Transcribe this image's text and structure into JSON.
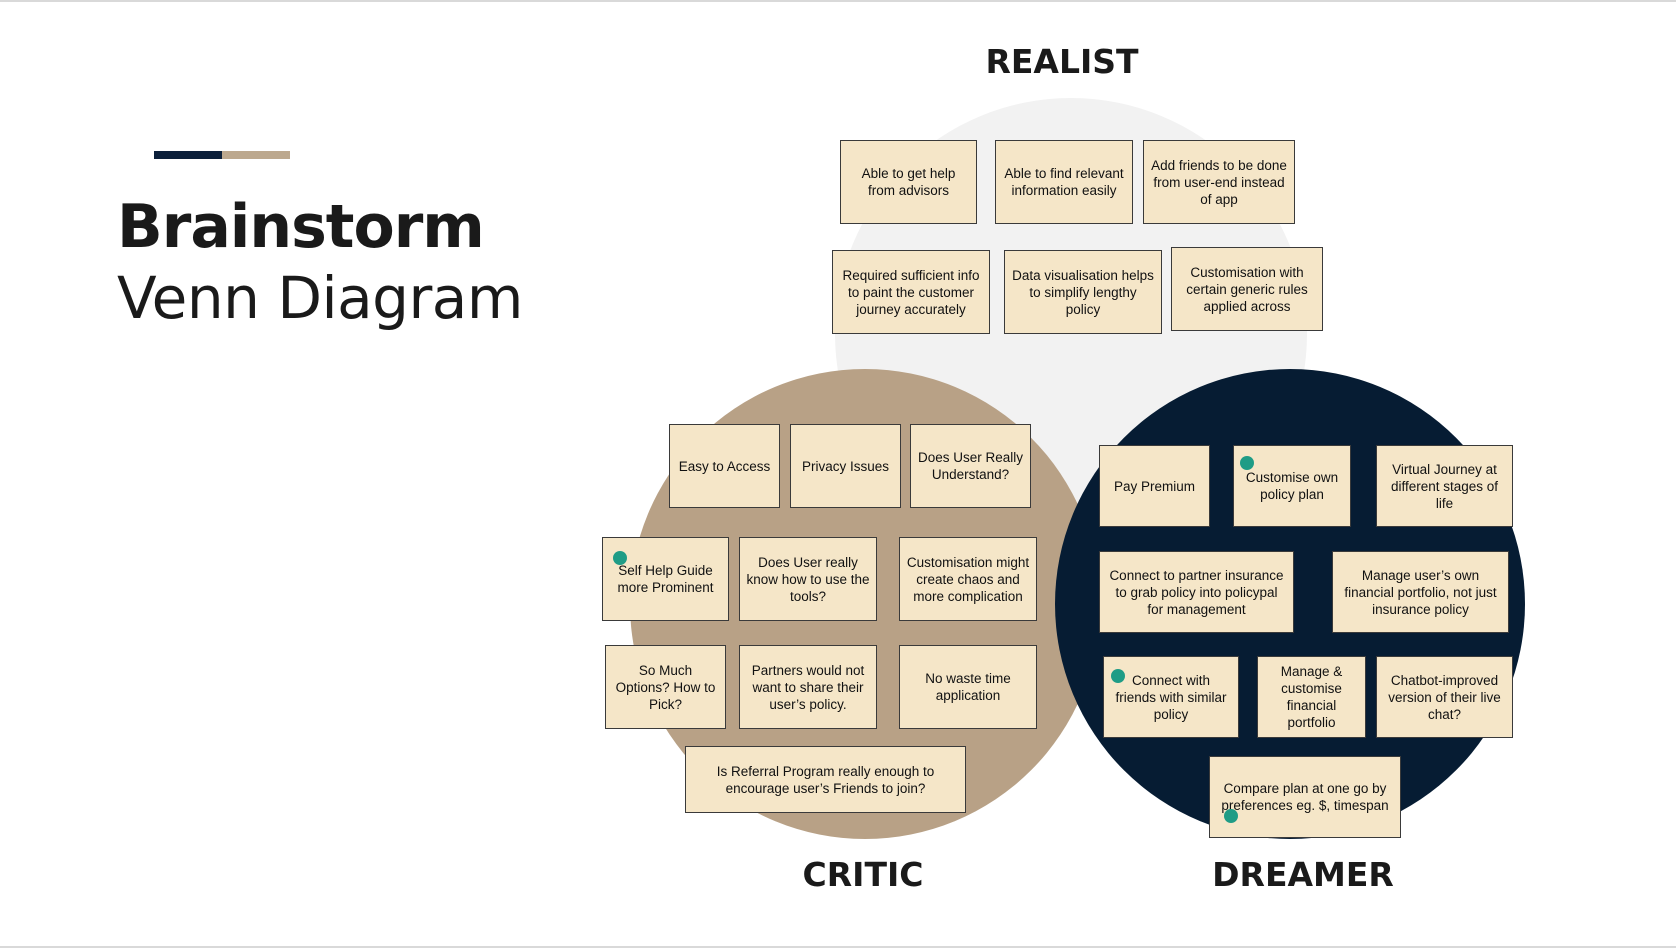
{
  "title": "Brainstorm",
  "subtitle": "Venn Diagram",
  "colors": {
    "accent_dark": "#0b1f3a",
    "accent_light": "#bca88e",
    "realist_circle": "#f2f2f2",
    "critic_circle": "#b8a186",
    "dreamer_circle": "#061c33",
    "note_fill": "#f5e6c8",
    "dot": "#1f9c86"
  },
  "groups": {
    "realist": {
      "label": "REALIST",
      "notes": [
        "Able to get help from advisors",
        "Able to find relevant information easily",
        "Add friends to be done from user-end instead of app",
        "Required sufficient info to paint the customer journey accurately",
        "Data visualisation helps to simplify lengthy policy",
        "Customisation with certain generic rules applied across"
      ]
    },
    "critic": {
      "label": "CRITIC",
      "notes": [
        "Easy to Access",
        "Privacy Issues",
        "Does User Really Understand?",
        "Self Help Guide more Prominent",
        "Does User really know how to use the tools?",
        "Customisation might create chaos and more complication",
        "So Much Options? How to Pick?",
        "Partners would not want to share their user’s policy.",
        "No waste time application",
        "Is Referral Program really enough to encourage user’s Friends to join?"
      ]
    },
    "dreamer": {
      "label": "DREAMER",
      "notes": [
        "Pay Premium",
        "Customise own policy plan",
        "Virtual Journey at different stages of life",
        "Connect to partner insurance to grab policy into policypal for management",
        "Manage user’s own financial portfolio, not just insurance policy",
        "Connect with friends with similar policy",
        "Manage & customise financial portfolio",
        "Chatbot-improved version of their live chat?",
        "Compare plan at one go by preferences eg. $, timespan"
      ]
    }
  }
}
